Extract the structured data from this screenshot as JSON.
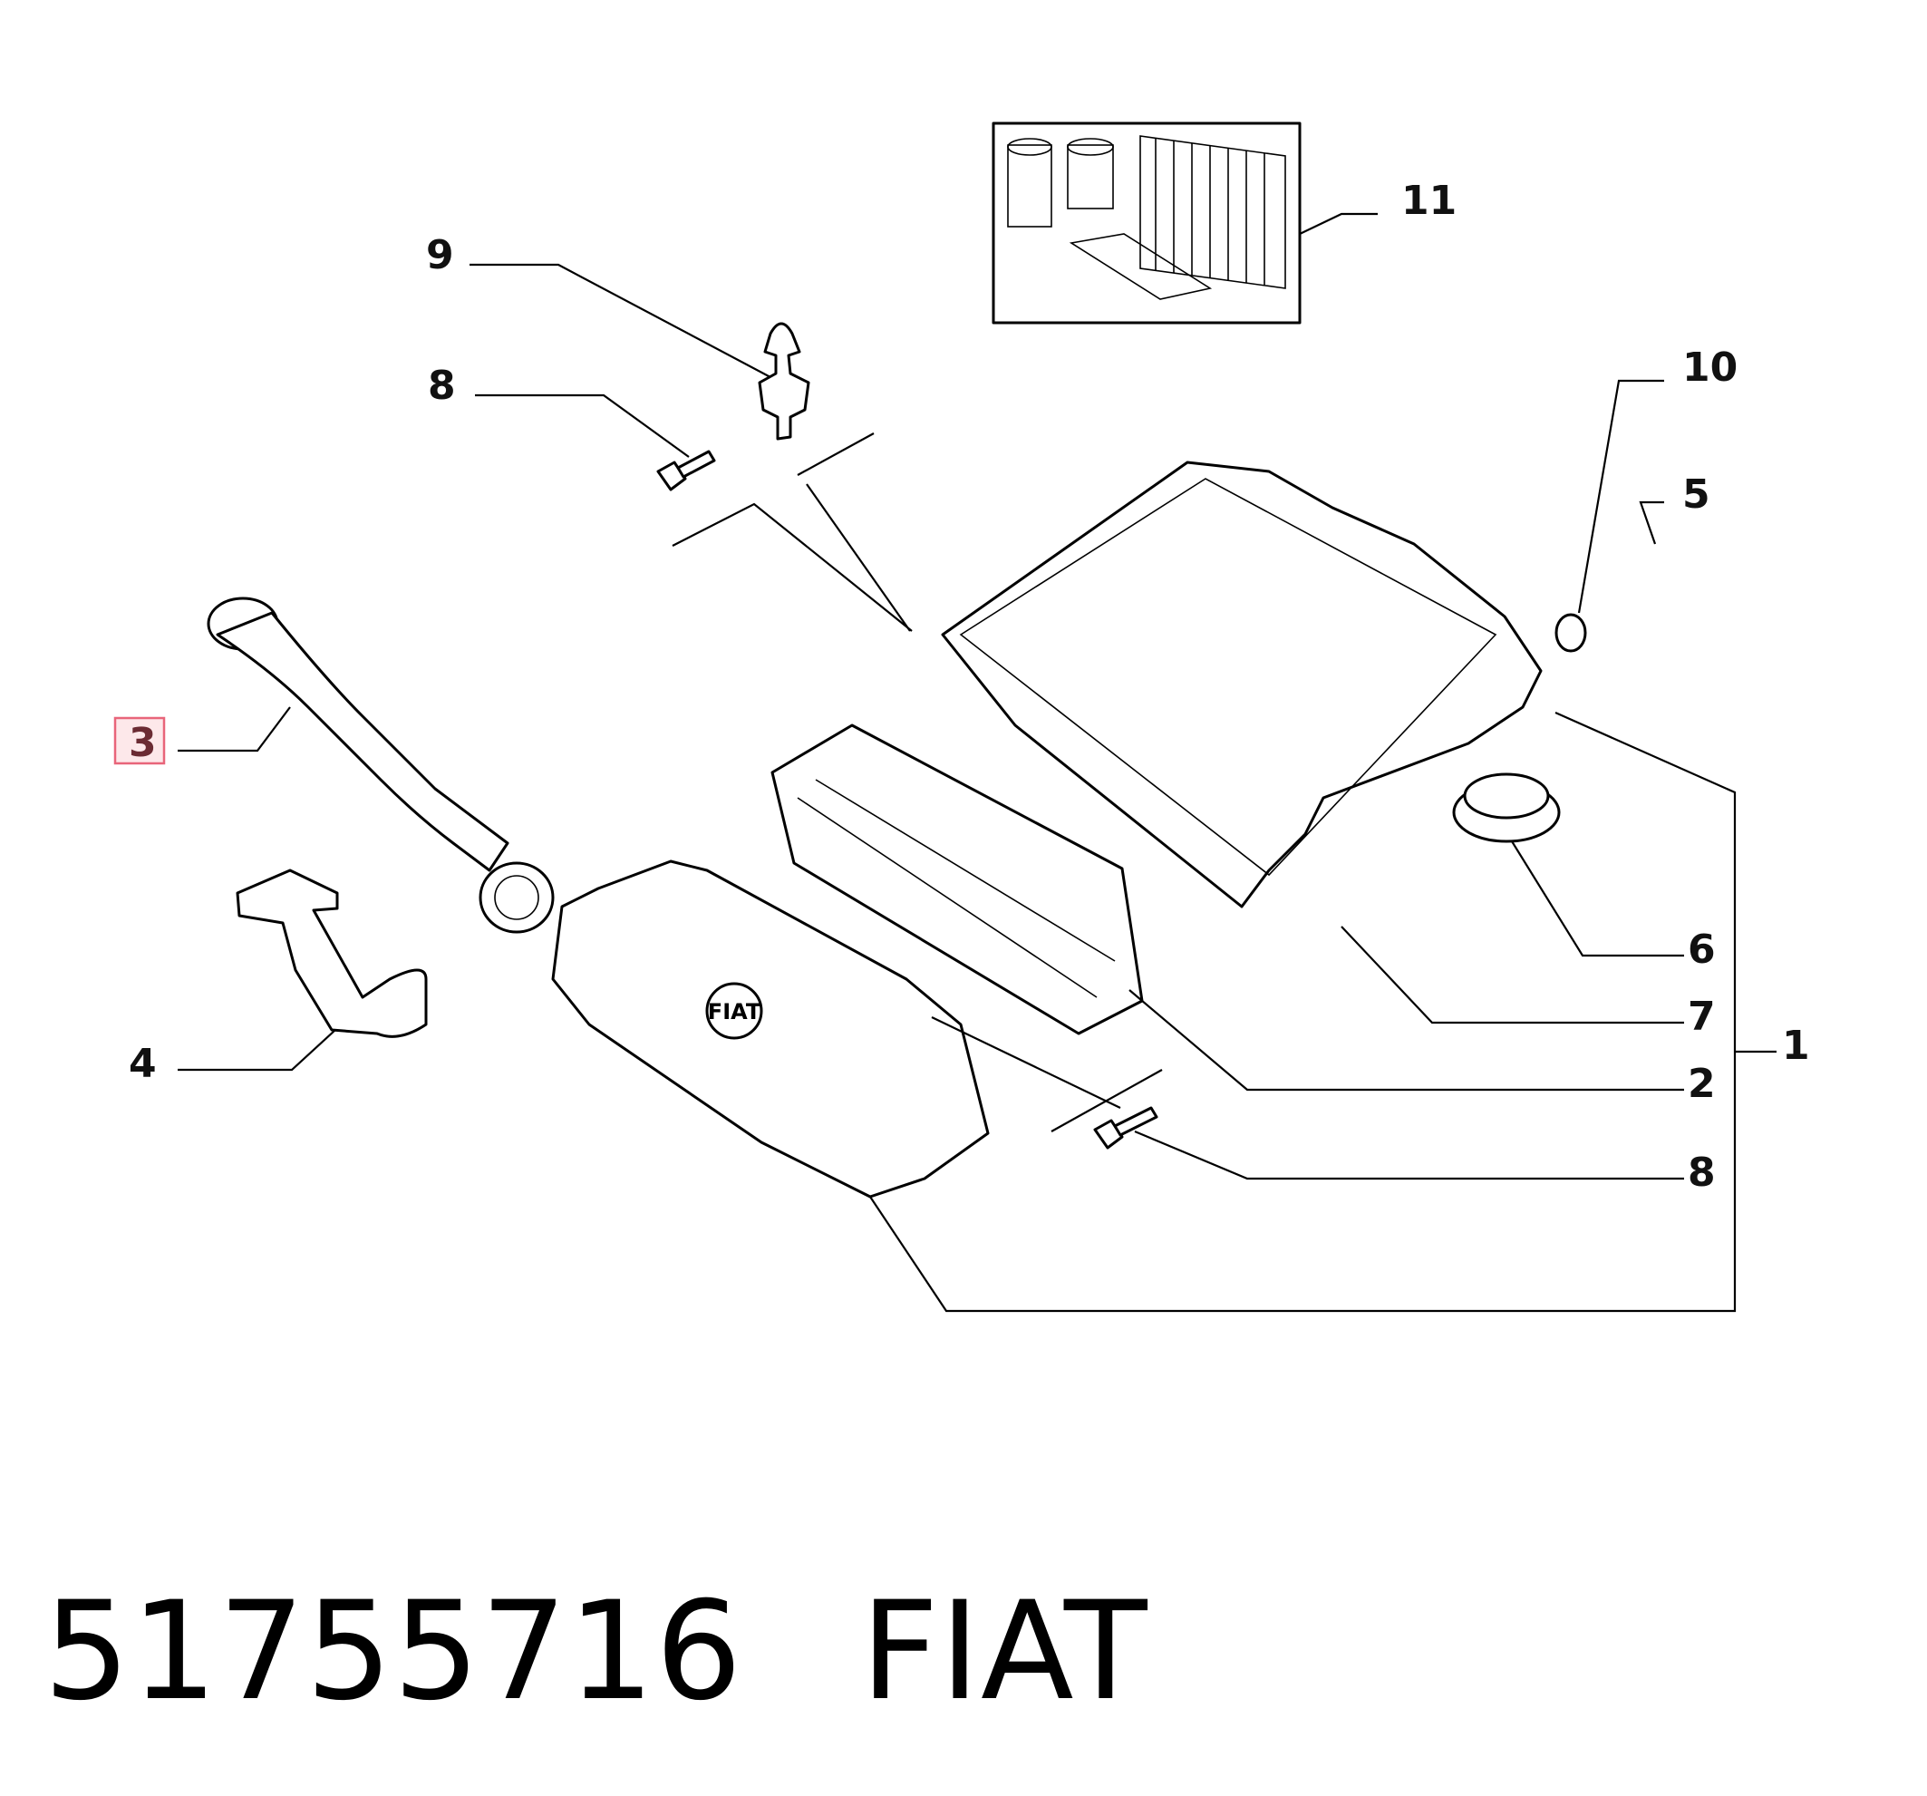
{
  "diagram": {
    "callouts": [
      {
        "id": "11",
        "label": "11"
      },
      {
        "id": "9",
        "label": "9"
      },
      {
        "id": "8a",
        "label": "8"
      },
      {
        "id": "10",
        "label": "10"
      },
      {
        "id": "5",
        "label": "5"
      },
      {
        "id": "3",
        "label": "3",
        "highlighted": true
      },
      {
        "id": "6",
        "label": "6"
      },
      {
        "id": "7",
        "label": "7"
      },
      {
        "id": "1",
        "label": "1"
      },
      {
        "id": "4",
        "label": "4"
      },
      {
        "id": "2",
        "label": "2"
      },
      {
        "id": "8b",
        "label": "8"
      }
    ],
    "highlight_color": "#e8657a",
    "box_logo_text": "FIAT"
  },
  "footer": {
    "part_number": "51755716",
    "brand": "FIAT"
  }
}
